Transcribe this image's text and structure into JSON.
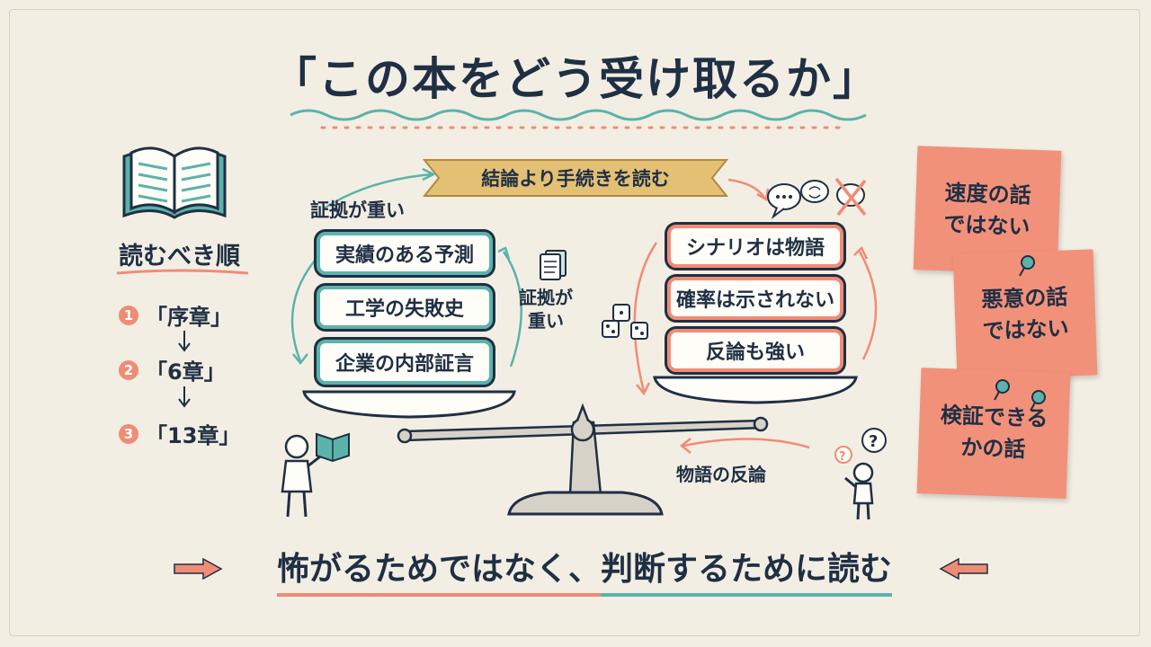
{
  "title": "「この本をどう受け取るか」",
  "banner": "結論より手続きを読む",
  "reading_order": {
    "heading": "読むべき順",
    "items": [
      {
        "num": "1",
        "label": "「序章」"
      },
      {
        "num": "2",
        "label": "「6章」"
      },
      {
        "num": "3",
        "label": "「13章」"
      }
    ]
  },
  "left_pan": {
    "top_label": "証拠が重い",
    "side_label_line1": "証拠が",
    "side_label_line2": "重い",
    "items": [
      "実績のある予測",
      "工学の失敗史",
      "企業の内部証言"
    ]
  },
  "right_pan": {
    "items": [
      "シナリオは物語",
      "確率は示されない",
      "反論も強い"
    ],
    "bottom_label": "物語の反論"
  },
  "sticky_notes": [
    {
      "line1": "速度の話",
      "line2": "ではない"
    },
    {
      "line1": "悪意の話",
      "line2": "ではない"
    },
    {
      "line1": "検証できる",
      "line2": "かの話"
    }
  ],
  "bottom_message": {
    "part1": "怖がるためではなく、",
    "part2": "判断するために読む"
  },
  "colors": {
    "navy": "#1f2f44",
    "teal": "#5bb3aa",
    "coral": "#ef8c76",
    "note": "#f2917a",
    "gold": "#e3c074",
    "paper": "#f3eee3"
  },
  "icons": [
    "open-book-icon",
    "document-icon",
    "dice-icon",
    "speech-bubbles-icon",
    "crossed-bubble-icon",
    "pushpin-icon",
    "person-with-book-icon",
    "questioning-person-icon",
    "arrow-icon",
    "check-icon"
  ]
}
